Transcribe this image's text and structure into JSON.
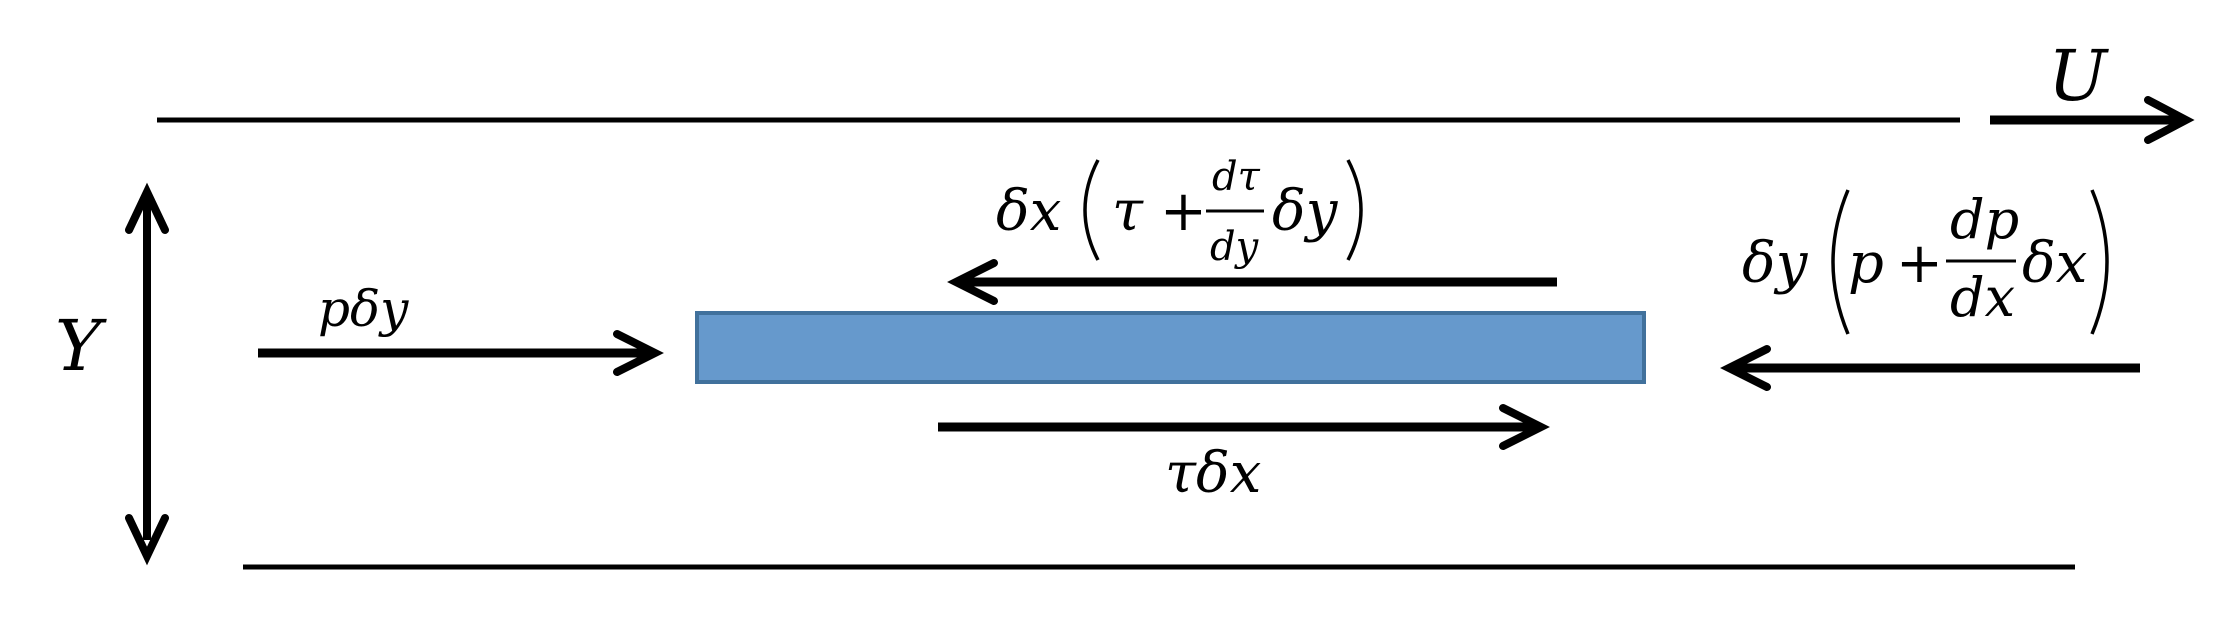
{
  "labels": {
    "U": "U",
    "Y": "Y",
    "p_left": "pδy",
    "tau_bottom": "τδx",
    "top_prefix": "δx",
    "top_tau": "τ",
    "top_plus": "+",
    "top_num": "dτ",
    "top_den": "dy",
    "top_suffix": "δy",
    "right_prefix": "δy",
    "right_p": "p",
    "right_plus": "+",
    "right_num": "dp",
    "right_den": "dx",
    "right_suffix": "δx"
  },
  "colors": {
    "element_fill": "#6699CC",
    "element_stroke": "#41719C",
    "line": "#000000"
  }
}
